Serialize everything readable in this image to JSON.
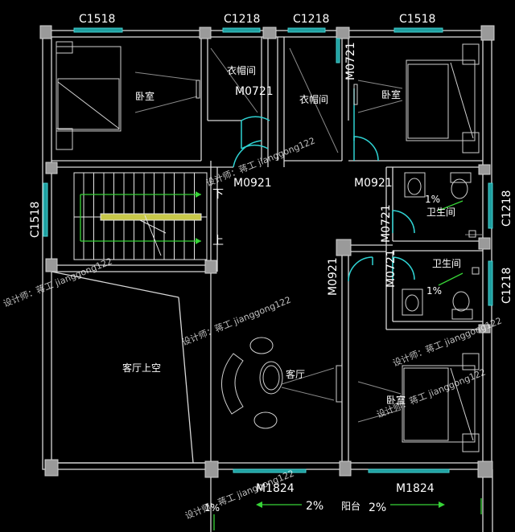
{
  "top_window_labels": [
    "C1518",
    "C1218",
    "C1218",
    "C1518"
  ],
  "side_window_labels": {
    "left": "C1518",
    "right_top": "C1218",
    "right_bottom": "C1218"
  },
  "door_labels": {
    "closet_left": "M0721",
    "closet_right": "M0721",
    "hall_left": "M0921",
    "hall_right": "M0921",
    "bath_upper": "M0721",
    "bath_lower": "M0721",
    "living_right": "M0921",
    "balcony_left": "M1824",
    "balcony_right": "M1824"
  },
  "rooms": {
    "bedroom_nw": "卧室",
    "closet_left": "衣帽间",
    "closet_right": "衣帽间",
    "bedroom_ne": "卧室",
    "bath_upper": "卫生间",
    "bath_lower": "卫生间",
    "void": "客厅上空",
    "living": "客厅",
    "bedroom_se": "卧室",
    "balcony": "阳台"
  },
  "stair": {
    "down": "下",
    "up": "上"
  },
  "slopes": {
    "bath_upper": "1%",
    "bath_lower": "1%",
    "balcony_left": "2%",
    "balcony_right": "2%",
    "corner_left": "1%"
  },
  "watermarks": [
    "设计师：蒋工 jianggong122",
    "设计师：蒋工 jianggong122",
    "设计师：蒋工 jianggong122",
    "设计师：蒋工 jianggong122",
    "设计师：蒋工 jianggong122",
    "设计师：蒋工 jianggong122"
  ]
}
